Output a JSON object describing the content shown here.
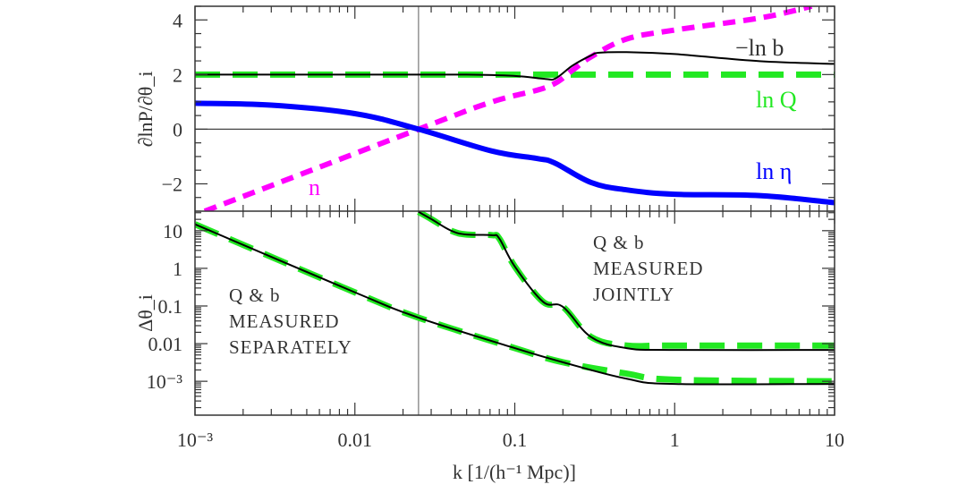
{
  "chart_data": [
    {
      "type": "line",
      "panel": "top",
      "ylabel": "∂lnP/∂θ_i",
      "xscale": "log",
      "xlim": [
        0.001,
        10
      ],
      "ylim": [
        -3,
        4.5
      ],
      "yticks": [
        {
          "v": 4,
          "label": "4"
        },
        {
          "v": 2,
          "label": "2"
        },
        {
          "v": 0,
          "label": "0"
        },
        {
          "v": -2,
          "label": "−2"
        }
      ],
      "reference_lines": {
        "x": 0.025,
        "y": 0
      },
      "series": [
        {
          "name": "−ln b",
          "color": "#000000",
          "style": "solid-thin",
          "x": [
            0.001,
            0.01,
            0.05,
            0.1,
            0.155,
            0.18,
            0.23,
            0.3,
            0.34,
            0.5,
            1,
            3.4,
            10
          ],
          "y": [
            2,
            2,
            2,
            1.95,
            1.84,
            1.86,
            2.33,
            2.7,
            2.8,
            2.82,
            2.75,
            2.49,
            2.39
          ]
        },
        {
          "name": "ln Q",
          "color": "#22e822",
          "style": "long-dash",
          "x": [
            0.001,
            10
          ],
          "y": [
            2,
            2
          ]
        },
        {
          "name": "ln η",
          "color": "#0000ff",
          "style": "solid-thick",
          "x": [
            0.001,
            0.003,
            0.01,
            0.025,
            0.072,
            0.137,
            0.177,
            0.3,
            0.5,
            1,
            3.4,
            10
          ],
          "y": [
            0.95,
            0.88,
            0.57,
            0,
            -0.8,
            -1.07,
            -1.23,
            -1.95,
            -2.22,
            -2.38,
            -2.43,
            -2.69
          ]
        },
        {
          "name": "n",
          "color": "#ff00ff",
          "style": "short-dash",
          "x": [
            0.00115,
            0.025,
            0.072,
            0.16,
            0.23,
            0.3,
            0.5,
            1,
            3.4,
            7.2
          ],
          "y": [
            -3,
            0,
            1.0,
            1.55,
            2.16,
            2.65,
            3.3,
            3.63,
            4.07,
            4.5
          ]
        }
      ]
    },
    {
      "type": "line",
      "panel": "bottom",
      "ylabel": "Δθ_i",
      "xlabel": "k [1/(h⁻¹ Mpc)]",
      "xscale": "log",
      "yscale": "log",
      "xlim": [
        0.001,
        10
      ],
      "ylim": [
        0.000126,
        33
      ],
      "xticks": [
        {
          "v": 0.001,
          "label": "10⁻³"
        },
        {
          "v": 0.01,
          "label": "0.01"
        },
        {
          "v": 0.1,
          "label": "0.1"
        },
        {
          "v": 1,
          "label": "1"
        },
        {
          "v": 10,
          "label": "10"
        }
      ],
      "yticks": [
        {
          "v": 10,
          "label": "10"
        },
        {
          "v": 1,
          "label": "1"
        },
        {
          "v": 0.1,
          "label": "0.1"
        },
        {
          "v": 0.01,
          "label": "0.01"
        },
        {
          "v": 0.001,
          "label": "10⁻³"
        }
      ],
      "reference_lines": {
        "x": 0.025
      },
      "annotations": [
        {
          "lines": [
            "Q & b",
            "MEASURED",
            "SEPARATELY"
          ]
        },
        {
          "lines": [
            "Q & b",
            "MEASURED",
            "JOINTLY"
          ]
        }
      ],
      "series": [
        {
          "group": "separately",
          "color": "#22e822",
          "style": "long-dash",
          "x": [
            0.001,
            0.01,
            0.025,
            0.1,
            0.2,
            0.5,
            1,
            10
          ],
          "y": [
            14.8,
            0.23,
            0.049,
            0.0076,
            0.0032,
            0.0016,
            0.0011,
            0.001
          ]
        },
        {
          "group": "separately",
          "color": "#000000",
          "style": "solid-thin",
          "x": [
            0.001,
            0.01,
            0.025,
            0.1,
            0.2,
            0.5,
            1,
            10
          ],
          "y": [
            14.8,
            0.23,
            0.049,
            0.0076,
            0.0032,
            0.00117,
            0.00085,
            0.00085
          ]
        },
        {
          "group": "jointly",
          "color": "#22e822",
          "style": "long-dash",
          "x": [
            0.025,
            0.03,
            0.04,
            0.05,
            0.072,
            0.08,
            0.1,
            0.15,
            0.2,
            0.3,
            0.5,
            1,
            10
          ],
          "y": [
            31.6,
            20.4,
            10,
            7.9,
            7.6,
            6.2,
            1.12,
            0.13,
            0.095,
            0.015,
            0.0089,
            0.0089,
            0.0089
          ]
        },
        {
          "group": "jointly",
          "color": "#000000",
          "style": "solid-thin",
          "x": [
            0.025,
            0.03,
            0.04,
            0.05,
            0.072,
            0.08,
            0.1,
            0.15,
            0.2,
            0.3,
            0.5,
            1,
            10
          ],
          "y": [
            31.6,
            20.4,
            10,
            7.9,
            7.6,
            6.2,
            1.12,
            0.13,
            0.095,
            0.015,
            0.0076,
            0.0068,
            0.0068
          ]
        }
      ]
    }
  ]
}
